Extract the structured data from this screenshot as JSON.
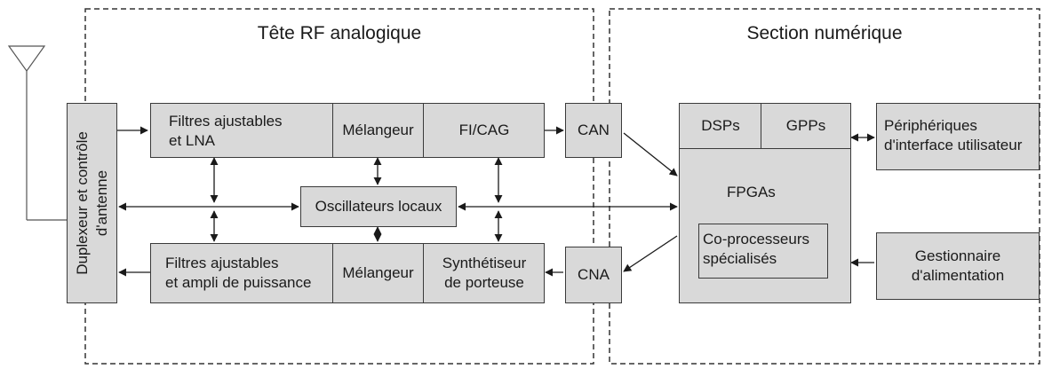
{
  "sections": {
    "analog_title": "Tête RF analogique",
    "digital_title": "Section numérique"
  },
  "blocks": {
    "duplexer": "Duplexeur et contrôle\nd'antenne",
    "rx_filters": "Filtres ajustables\net LNA",
    "rx_mixer": "Mélangeur",
    "if_agc": "FI/CAG",
    "adc": "CAN",
    "local_osc": "Oscillateurs locaux",
    "tx_filters": "Filtres ajustables\net ampli de puissance",
    "tx_mixer": "Mélangeur",
    "synth": "Synthétiseur\nde porteuse",
    "dac": "CNA",
    "dsps": "DSPs",
    "gpps": "GPPs",
    "fpgas": "FPGAs",
    "coproc": "Co-processeurs\nspécialisés",
    "ui_periph": "Périphériques\nd'interface utilisateur",
    "power": "Gestionnaire\nd'alimentation"
  },
  "colors": {
    "block_fill": "#d9d9d9",
    "line": "#1a1a1a",
    "dashed": "#333333"
  }
}
